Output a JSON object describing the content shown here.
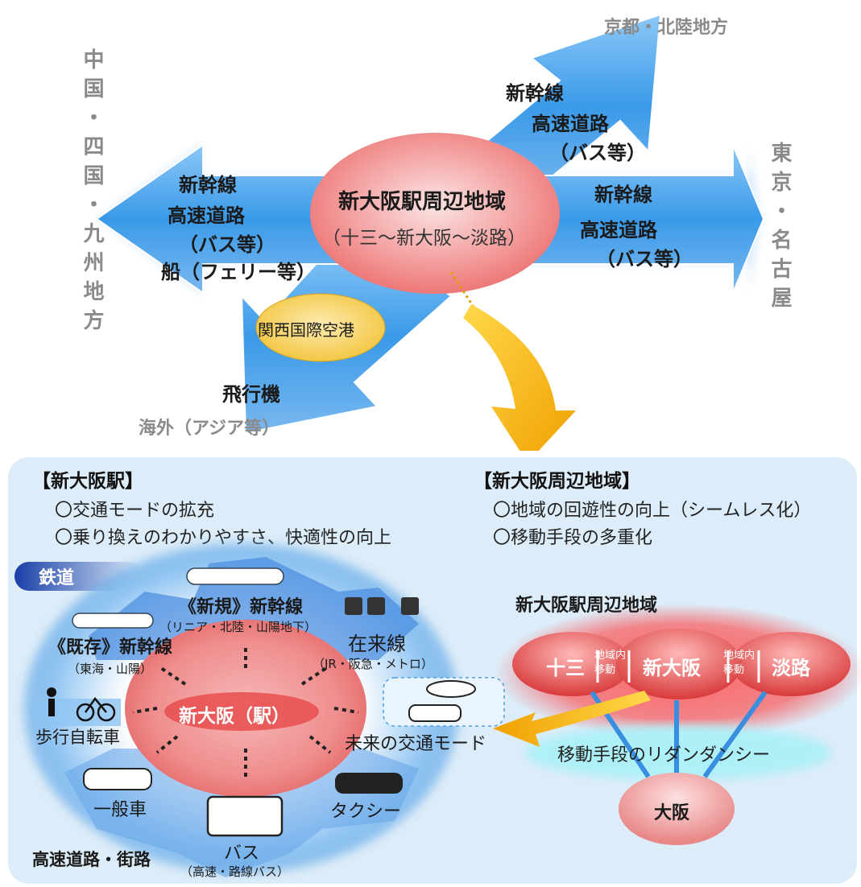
{
  "top": {
    "center_region": {
      "title": "新大阪駅周辺地域",
      "subtitle": "（十三～新大阪～淡路）"
    },
    "west_arrow": {
      "line1": "新幹線",
      "line2": "高速道路",
      "line3": "（バス等）",
      "line4": "船（フェリー等）"
    },
    "east_arrow": {
      "line1": "新幹線",
      "line2": "高速道路",
      "line3": "（バス等）"
    },
    "ne_arrow": {
      "line1": "新幹線",
      "line2": "高速道路",
      "line3": "（バス等）"
    },
    "sw_arrow": {
      "line1": "飛行機"
    },
    "airport": "関西国際空港",
    "dest_west": "中国・四国・九州地方",
    "dest_east": "東京・名古屋",
    "dest_ne": "京都・北陸地方",
    "dest_sw": "海外（アジア等）"
  },
  "bottom": {
    "station_section": {
      "heading": "【新大阪駅】",
      "items": [
        "〇交通モードの拡充",
        "〇乗り換えのわかりやすさ、快適性の向上"
      ]
    },
    "region_section": {
      "heading": "【新大阪周辺地域】",
      "items": [
        "〇地域の回遊性の向上（シームレス化）",
        "〇移動手段の多重化"
      ]
    },
    "hub": {
      "railway_label": "鉄道",
      "new_shinkansen": "《新規》新幹線",
      "new_shinkansen_sub": "（リニア・北陸・山陽地下）",
      "existing_shinkansen": "《既存》新幹線",
      "existing_shinkansen_sub": "（東海・山陽）",
      "conventional": "在来線",
      "conventional_sub": "（JR・阪急・メトロ）",
      "station": "新大阪（駅）",
      "walk_bike": "歩行自転車",
      "future_mode": "未来の交通モード",
      "car": "一般車",
      "taxi": "タクシー",
      "bus": "バス",
      "bus_sub": "（高速・路線バス）",
      "road_label": "高速道路・街路"
    },
    "region_map": {
      "title": "新大阪駅周辺地域",
      "node_left": "十三",
      "node_center": "新大阪",
      "node_right": "淡路",
      "node_bottom": "大阪",
      "link_left": "地域内移動",
      "link_right": "地域内移動",
      "redundancy": "移動手段のリダンダンシー"
    }
  },
  "colors": {
    "arrow_blue": "#2f8fe0",
    "region_pink": "#f07878",
    "airport_yellow": "#f5c842",
    "callout_orange": "#f5b400"
  }
}
